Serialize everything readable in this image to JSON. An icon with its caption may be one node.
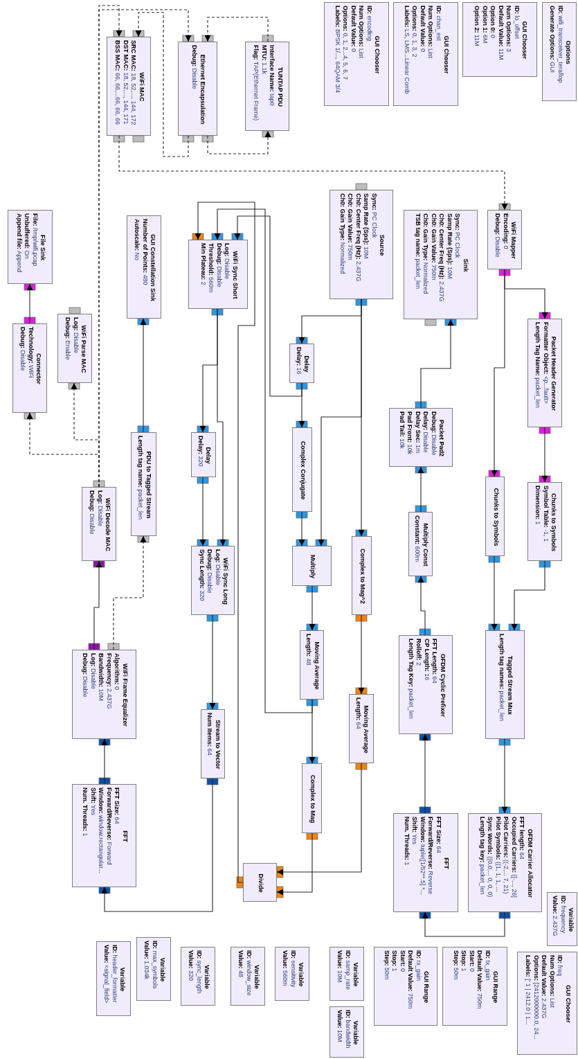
{
  "diagram": {
    "nodes": [
      {
        "text": [
          "Options",
          "**ID:** wifi_transceiver_teraflop",
          "**Generate Options:** GUI"
        ]
      },
      {
        "text": [
          "GUI Chooser",
          "**ID:** lo_offset",
          "**Num Options:** 3",
          "**Default Value:** 11M",
          "**Option 0:** 0",
          "**Option 1:** 6M",
          "**Option 2:** 11M"
        ]
      },
      {
        "text": [
          "GUI Chooser",
          "**ID:** chan_est",
          "**Num Options:** List",
          "**Default Value:** 0",
          "**Options:** 0, 1, 3, 2",
          "**Labels:** LS, LMS...Linear Comb"
        ]
      },
      {
        "text": [
          "GUI Chooser",
          "**ID:** encoding",
          "**Num Options:** List",
          "**Default Value:** 0",
          "**Options:** 0, 1, 2...4, 5, 6, 7",
          "**Labels:** BPSK 1/..., 64QAM 3/4"
        ]
      },
      {
        "text": [
          "TUNTAP PDU",
          "**Interface Name:** tap0",
          "**MTU:** 1.1k",
          "**Flag:** TAP(Ethernet Frame)"
        ]
      },
      {
        "text": [
          "Ethernet Encapsulation",
          "**Debug:** Disable"
        ]
      },
      {
        "text": [
          "WiFi MAC",
          "**SRC MAC:** 18, 52,..., 144, 172",
          "**DST MAC:** 18, 52,..., 144, 171",
          "**BSS MAC:** 66, 66,...66, 66, 66"
        ]
      },
      {
        "text": [
          "WiFi Mapper",
          "**Encoding:** 0",
          "**Debug:** Disable"
        ]
      },
      {
        "text": [
          "Source",
          "**Sync:** PC Clock",
          "**Samp Rate (Sps):** 10M",
          "**Ch0: Center Freq (Hz):** 2.437G",
          "**Ch0: Gain Value:** 750m",
          "**Ch0: Gain Type:** Normalized"
        ]
      },
      {
        "text": [
          "Sink",
          "**Sync:** PC Clock",
          "**Samp Rate (Sps):** 10M",
          "**Ch0: Center Freq (Hz):** 2.437G",
          "**Ch0: Gain Value:** 750m",
          "**Ch0: Gain Type:** Normalized",
          "**TSB tag name:** packet_len"
        ]
      },
      {
        "text": [
          "File Sink",
          "**File:** /tmp/wifi.pcap",
          "**Unbuffered:** On",
          "**Append file:** Append"
        ]
      },
      {
        "text": [
          "GUI Constellation Sink",
          "**Number of Points:** 480",
          "**Autoscale:** No"
        ]
      },
      {
        "text": [
          "WiFi Sync Short",
          "**Log:** Disable",
          "**Debug:** Disable",
          "**Threshold:** 560m",
          "**Min Plateau:** 2"
        ]
      },
      {
        "text": [
          "Packet Header Generator",
          "**Formatter Object:** <p...fault>",
          "**Length Tag Name:** packet_len"
        ]
      },
      {
        "text": [
          "Connector",
          "**Technology:** WiFi",
          "**Debug:** Disable"
        ]
      },
      {
        "text": [
          "WiFi Parse MAC",
          "**Log:** Disable",
          "**Debug:** Enable"
        ]
      },
      {
        "text": [
          "Delay",
          "**Delay:** 16"
        ]
      },
      {
        "text": [
          "Packet Pad2",
          "**Debug:** Disable",
          "**Delay:** Disable",
          "**Delay Sec:** 1m",
          "**Pad Front:** 10k",
          "**Pad Tail:** 10k"
        ]
      },
      {
        "text": [
          "Complex Conjugate"
        ]
      },
      {
        "text": [
          "PDU to Tagged Stream",
          "**Length tag name:** packet_len"
        ]
      },
      {
        "text": [
          "Delay",
          "**Delay:** 320"
        ]
      },
      {
        "text": [
          "Chunks to Symbols"
        ]
      },
      {
        "text": [
          "Chunks to Symbols",
          "**Symbol Table:** -1, 1",
          "**Dimension:** 1"
        ]
      },
      {
        "text": [
          "WiFi Decode MAC",
          "**Log:** Disable",
          "**Debug:** Disable"
        ]
      },
      {
        "text": [
          "Multiply Const",
          "**Constant:** 600m"
        ]
      },
      {
        "text": [
          "Multiply"
        ]
      },
      {
        "text": [
          "Complex to Mag^2"
        ]
      },
      {
        "text": [
          "WiFi Sync Long",
          "**Log:** Disable",
          "**Debug:** Disable",
          "**Sync Length:** 320"
        ]
      },
      {
        "text": [
          "Tagged Stream Mux",
          "**Length tag names:** packet_len"
        ]
      },
      {
        "text": [
          "OFDM Cyclic Prefixer",
          "**FFT Length:** 64",
          "**CP Length:** 16",
          "**Rolloff:** 2",
          "**Length Tag Key:** packet_len"
        ]
      },
      {
        "text": [
          "Moving Average",
          "**Length:** 48"
        ]
      },
      {
        "text": [
          "WiFi Frame Equalizer",
          "**Algorithm:** 0",
          "**Frequency:** 2.437G",
          "**Bandwidth:** 10M",
          "**Log:** Disable",
          "**Debug:** Disable"
        ]
      },
      {
        "text": [
          "Moving Average",
          "**Length:** 64"
        ]
      },
      {
        "text": [
          "Stream to Vector",
          "**Num Items:** 64"
        ]
      },
      {
        "text": [
          "Complex to Mag"
        ]
      },
      {
        "text": [
          "FFT",
          "**FFT Size:** 64",
          "**Forward/Reverse:** Forward",
          "**Window:** window.rectangular...",
          "**Shift:** Yes",
          "**Num. Threads:** 1"
        ]
      },
      {
        "text": [
          "OFDM Carrier Allocator",
          "**FFT length:** 64",
          "**Occupied Carriers:** ([-..., 26]",
          "**Pilot Carriers:** ((-2,... 7, 21)",
          "**Pilot Symbols:** ((1, 1, 1, ...",
          "**Sync Words:** ((0.0,... 0, 0, 0)",
          "**Length tag key:** packet_len"
        ]
      },
      {
        "text": [
          "FFT",
          "**FFT Size:** 64",
          "**Forward/Reverse:** Reverse",
          "**Window:** tuple([1/52**.5] *...",
          "**Shift:** Yes",
          "**Num. Threads:** 1"
        ]
      },
      {
        "text": [
          "Divide"
        ]
      },
      {
        "text": [
          "Variable",
          "**ID:** frequency",
          "**Value:** 2.437G"
        ]
      },
      {
        "text": [
          "Variable",
          "**ID:** sensitivity",
          "**Value:** 560m"
        ]
      },
      {
        "text": [
          "Variable",
          "**ID:** samp_rate",
          "**Value:** 10M"
        ]
      },
      {
        "text": [
          "Variable",
          "**ID:** bandwidth",
          "**Value:** 10M"
        ]
      },
      {
        "text": [
          "Variable",
          "**ID:** window_size",
          "**Value:** 48"
        ]
      },
      {
        "text": [
          "Variable",
          "**ID:** sync_length",
          "**Value:** 320"
        ]
      },
      {
        "text": [
          "Variable",
          "**ID:** max_symbols",
          "**Value:** 1.034k"
        ]
      },
      {
        "text": [
          "Variable",
          "**ID:** header_formatter",
          "**Value:** <signal_field>"
        ]
      },
      {
        "text": [
          "GUI Range",
          "**ID:** rx_gain",
          "**Default Value:** 750m",
          "**Start:** 0",
          "**Stop:** 1",
          "**Step:** 50m"
        ]
      },
      {
        "text": [
          "GUI Range",
          "**ID:** tx_gain",
          "**Default Value:** 750m",
          "**Start:** 0",
          "**Stop:** 1",
          "**Step:** 50m"
        ]
      },
      {
        "text": [
          "GUI Chooser",
          "**ID:** freq",
          "**Num Options:** List",
          "**Default Value:** 2.437G",
          "**Options:** [2412000000.0, 24...",
          "**Labels:** [' 1 | 2412.0 | 1..."
        ]
      }
    ],
    "edges": [
      {
        "from": 5,
        "to": 4,
        "arrow": "to",
        "style": "dashed"
      },
      {
        "from": 4,
        "to": 5,
        "arrow": "to",
        "style": "dashed"
      },
      {
        "from": 5,
        "to": 6,
        "arrow": "to",
        "style": "dashed"
      },
      {
        "from": 6,
        "to": 7,
        "arrow": "to",
        "style": "dashed"
      },
      {
        "from": 23,
        "to": 6,
        "arrow": "to",
        "style": "dashed"
      },
      {
        "from": 23,
        "to": 5,
        "arrow": "to",
        "style": "dashed"
      },
      {
        "from": 23,
        "to": 15,
        "arrow": "to",
        "style": "dashed"
      },
      {
        "from": 23,
        "to": 14,
        "arrow": "to",
        "style": "dashed"
      },
      {
        "from": 31,
        "to": 19,
        "arrow": "to",
        "style": "dashed"
      },
      {
        "from": 31,
        "to": 23,
        "arrow": "to"
      },
      {
        "from": 14,
        "to": 10,
        "arrow": "to"
      },
      {
        "from": 19,
        "to": 11,
        "arrow": "to"
      },
      {
        "from": 8,
        "to": 16,
        "arrow": "to"
      },
      {
        "from": 8,
        "to": 25,
        "arrow": "to"
      },
      {
        "from": 8,
        "to": 26,
        "arrow": "to"
      },
      {
        "from": 16,
        "to": 18,
        "arrow": "to"
      },
      {
        "from": 16,
        "to": 12,
        "arrow": "to"
      },
      {
        "from": 18,
        "to": 25,
        "arrow": "to"
      },
      {
        "from": 25,
        "to": 30,
        "arrow": "to"
      },
      {
        "from": 30,
        "to": 12,
        "arrow": "to"
      },
      {
        "from": 30,
        "to": 34,
        "arrow": "to"
      },
      {
        "from": 26,
        "to": 32,
        "arrow": "to"
      },
      {
        "from": 32,
        "to": 38,
        "arrow": "to"
      },
      {
        "from": 34,
        "to": 38,
        "arrow": "to"
      },
      {
        "from": 38,
        "to": 12,
        "arrow": "to"
      },
      {
        "from": 12,
        "to": 20,
        "arrow": "to"
      },
      {
        "from": 12,
        "to": 27,
        "arrow": "to"
      },
      {
        "from": 20,
        "to": 27,
        "arrow": "to"
      },
      {
        "from": 27,
        "to": 33,
        "arrow": "to"
      },
      {
        "from": 33,
        "to": 35,
        "arrow": "to"
      },
      {
        "from": 35,
        "to": 31,
        "arrow": "to"
      },
      {
        "from": 7,
        "to": 13,
        "arrow": "to"
      },
      {
        "from": 7,
        "to": 21,
        "arrow": "to"
      },
      {
        "from": 13,
        "to": 22,
        "arrow": "to"
      },
      {
        "from": 21,
        "to": 28,
        "arrow": "to"
      },
      {
        "from": 22,
        "to": 28,
        "arrow": "to"
      },
      {
        "from": 28,
        "to": 36,
        "arrow": "to"
      },
      {
        "from": 36,
        "to": 37,
        "arrow": "to"
      },
      {
        "from": 37,
        "to": 29,
        "arrow": "to"
      },
      {
        "from": 29,
        "to": 24,
        "arrow": "to"
      },
      {
        "from": 24,
        "to": 17,
        "arrow": "to"
      },
      {
        "from": 17,
        "to": 9,
        "arrow": "to"
      }
    ]
  }
}
